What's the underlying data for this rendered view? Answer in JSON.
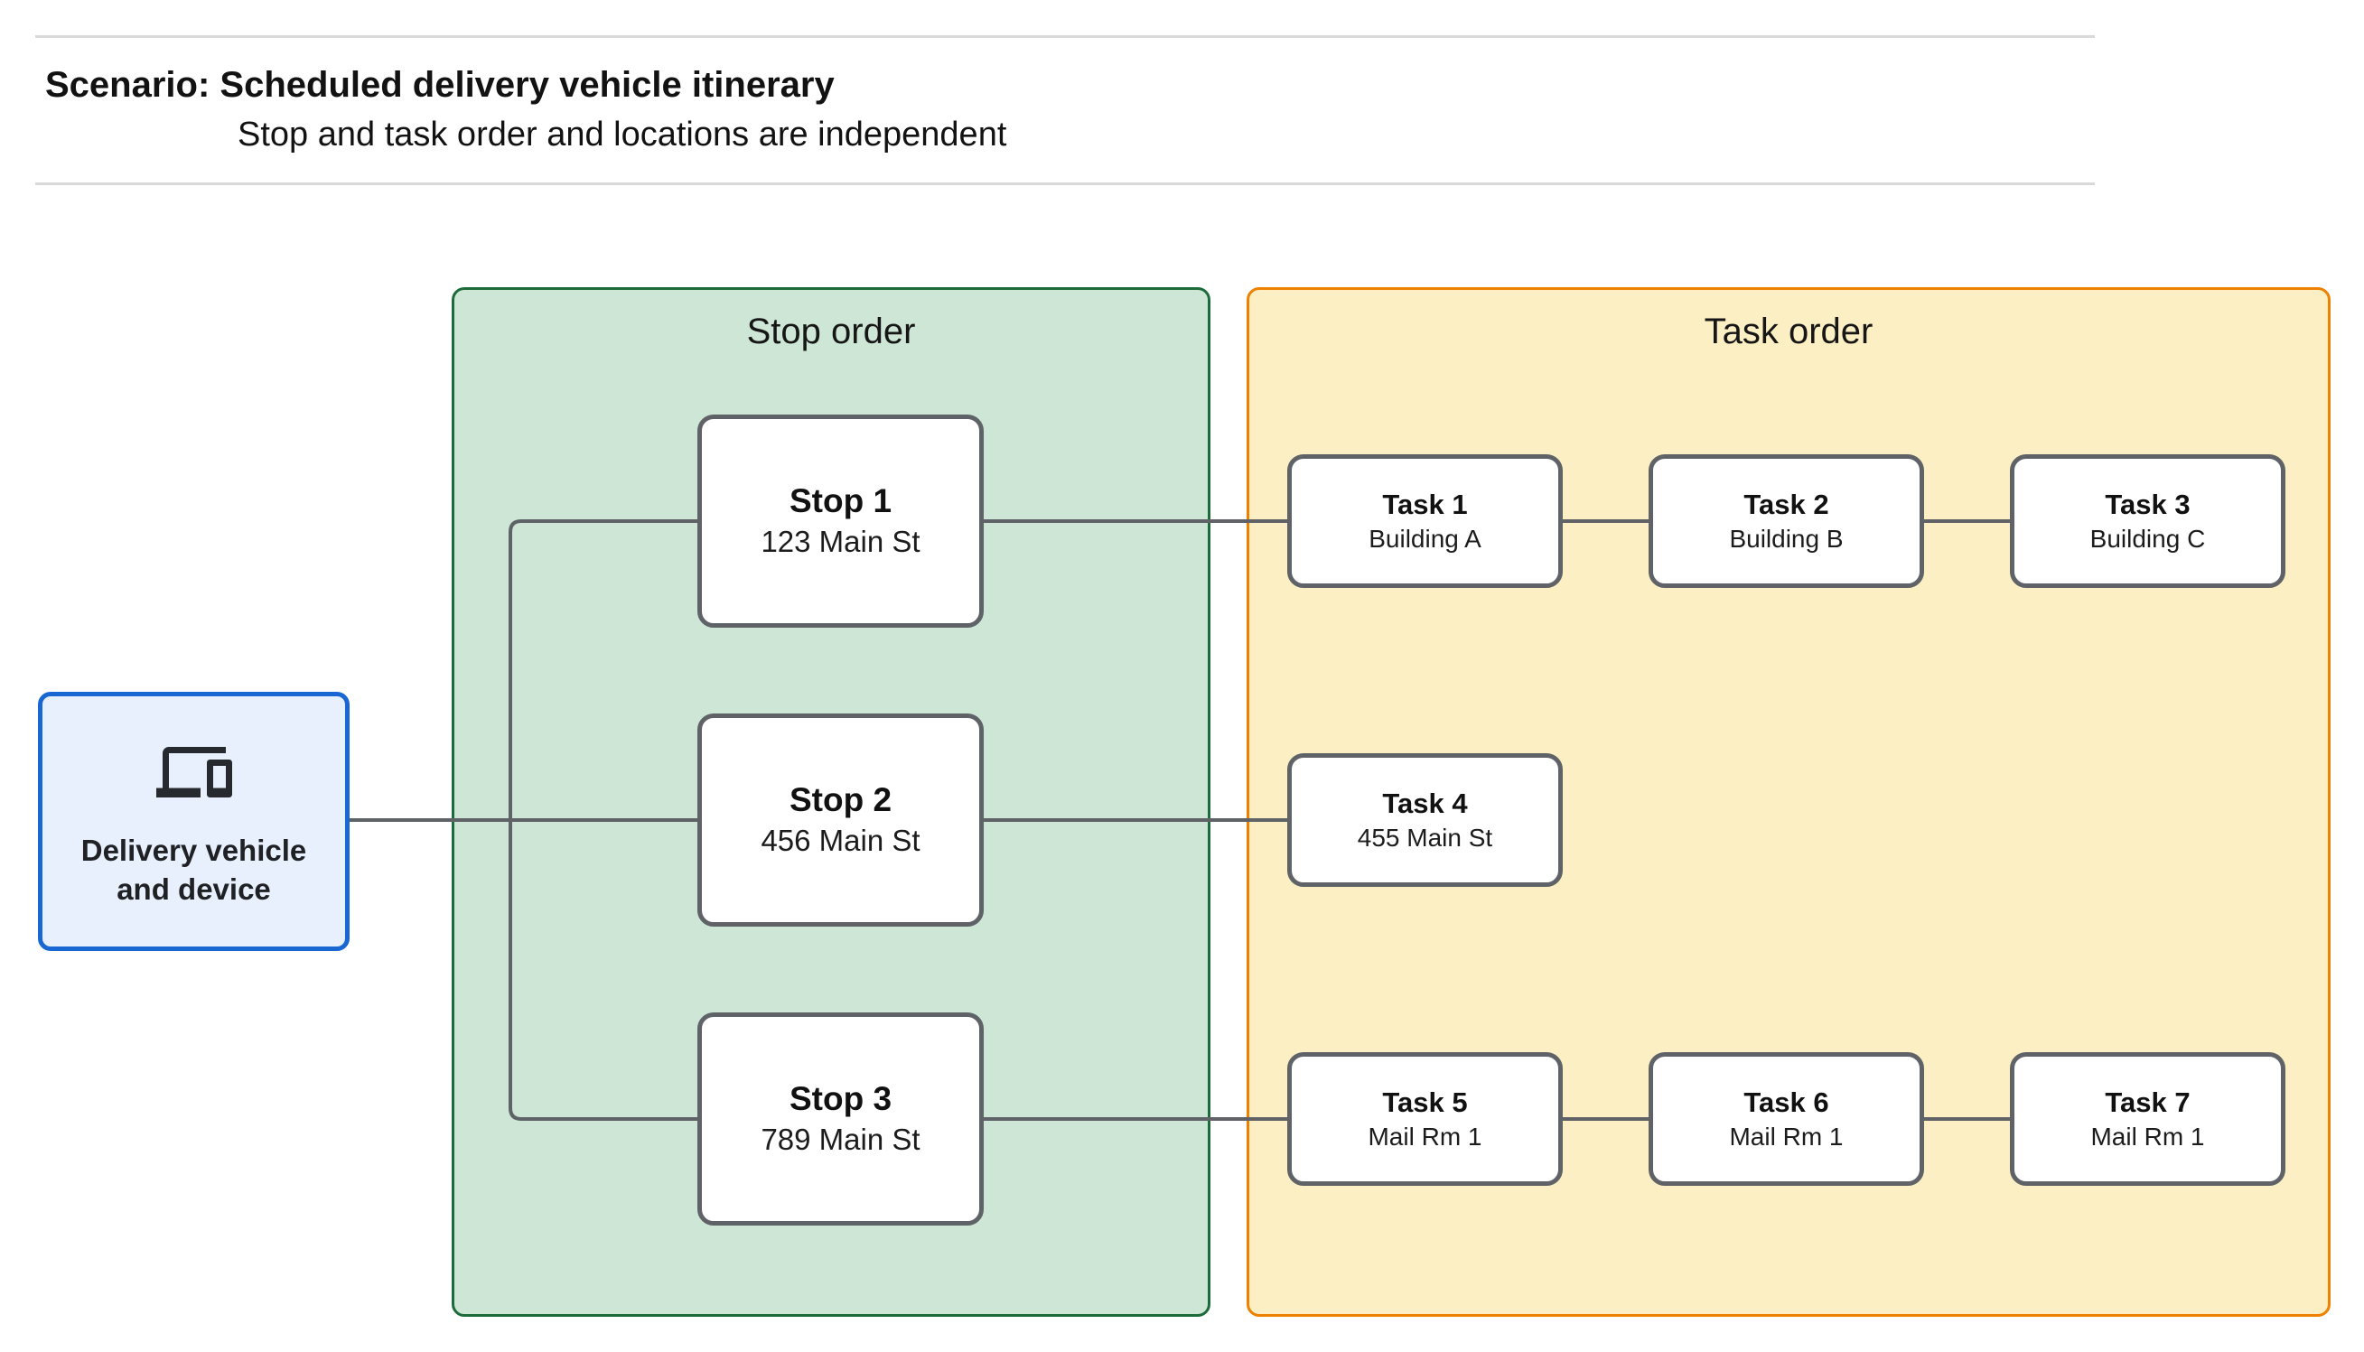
{
  "header": {
    "title": "Scenario: Scheduled delivery vehicle itinerary",
    "subtitle": "Stop and task order and locations are independent"
  },
  "vehicle": {
    "label": "Delivery vehicle and device",
    "icon": "devices-icon"
  },
  "stop_panel": {
    "title": "Stop order",
    "stops": [
      {
        "title": "Stop 1",
        "subtitle": "123 Main St"
      },
      {
        "title": "Stop 2",
        "subtitle": "456 Main St"
      },
      {
        "title": "Stop 3",
        "subtitle": "789 Main St"
      }
    ]
  },
  "task_panel": {
    "title": "Task order",
    "tasks": [
      {
        "title": "Task 1",
        "subtitle": "Building A"
      },
      {
        "title": "Task 2",
        "subtitle": "Building B"
      },
      {
        "title": "Task 3",
        "subtitle": "Building C"
      },
      {
        "title": "Task 4",
        "subtitle": "455 Main St"
      },
      {
        "title": "Task 5",
        "subtitle": "Mail Rm 1"
      },
      {
        "title": "Task 6",
        "subtitle": "Mail Rm 1"
      },
      {
        "title": "Task 7",
        "subtitle": "Mail Rm 1"
      }
    ]
  },
  "colors": {
    "green_fill": "#CDE6D6",
    "green_border": "#1C6B3A",
    "orange_fill": "#FCEFC4",
    "orange_border": "#EE8100",
    "blue_fill": "#E8F0FE",
    "blue_border": "#1967D2",
    "line": "#5F6368",
    "node_border": "#5F6368",
    "ink": "#1A1A1A",
    "divider": "#D9D9D9"
  }
}
